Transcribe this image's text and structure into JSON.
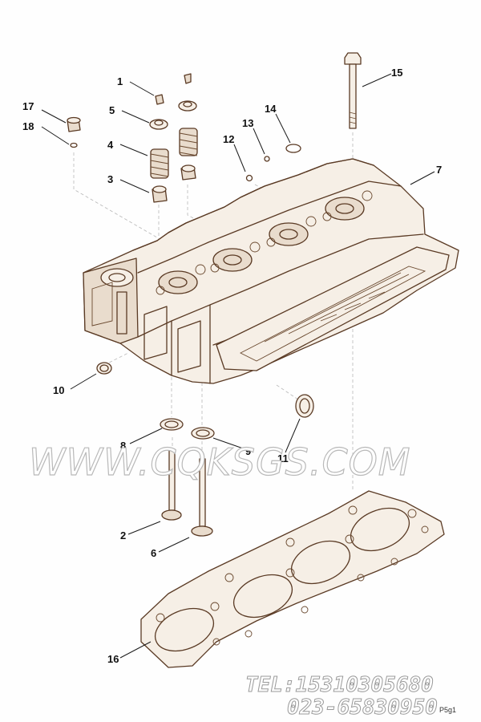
{
  "diagram": {
    "callouts": [
      {
        "id": "1",
        "label": "1"
      },
      {
        "id": "5",
        "label": "5"
      },
      {
        "id": "4",
        "label": "4"
      },
      {
        "id": "3",
        "label": "3"
      },
      {
        "id": "17",
        "label": "17"
      },
      {
        "id": "18",
        "label": "18"
      },
      {
        "id": "14",
        "label": "14"
      },
      {
        "id": "13",
        "label": "13"
      },
      {
        "id": "12",
        "label": "12"
      },
      {
        "id": "15",
        "label": "15"
      },
      {
        "id": "7",
        "label": "7"
      },
      {
        "id": "10",
        "label": "10"
      },
      {
        "id": "11",
        "label": "11"
      },
      {
        "id": "8",
        "label": "8"
      },
      {
        "id": "9",
        "label": "9"
      },
      {
        "id": "2",
        "label": "2"
      },
      {
        "id": "6",
        "label": "6"
      },
      {
        "id": "16",
        "label": "16"
      }
    ],
    "watermark": "WWW.CQKSGS.COM",
    "tel": "TEL:15310305680",
    "phone": "023-65830950",
    "code": "P5g1"
  },
  "colors": {
    "line": "#5a3a24",
    "leader": "#1a1a1a",
    "watermark_stroke": "#b9b9b9"
  }
}
